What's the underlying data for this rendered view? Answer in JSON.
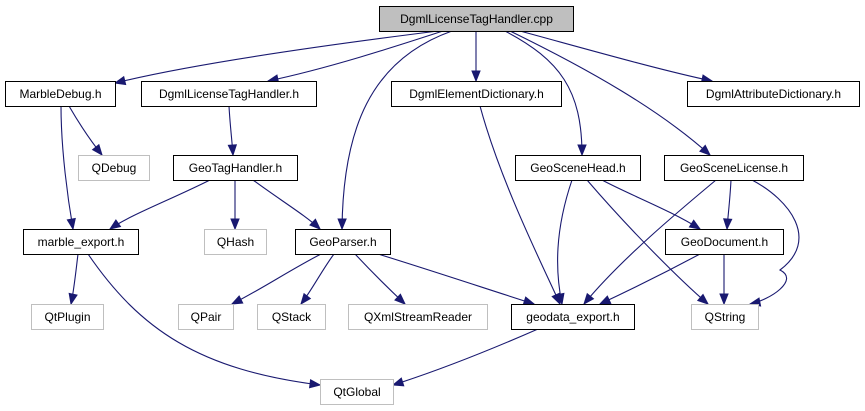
{
  "title": "DgmlLicenseTagHandler.cpp include dependency graph",
  "colors": {
    "edge": "#191970",
    "root_fill": "#bfbfbf",
    "root_border": "#000000",
    "local_border": "#000000",
    "external_border": "#bfbfbf",
    "node_fill": "#ffffff"
  },
  "nodes": [
    {
      "id": "root",
      "label": "DgmlLicenseTagHandler.cpp",
      "kind": "root"
    },
    {
      "id": "marbledebug",
      "label": "MarbleDebug.h",
      "kind": "local"
    },
    {
      "id": "dgmllicensetaghandler_h",
      "label": "DgmlLicenseTagHandler.h",
      "kind": "local"
    },
    {
      "id": "dgmlelementdictionary",
      "label": "DgmlElementDictionary.h",
      "kind": "local"
    },
    {
      "id": "dgmlattributedictionary",
      "label": "DgmlAttributeDictionary.h",
      "kind": "local"
    },
    {
      "id": "qdebug",
      "label": "QDebug",
      "kind": "external"
    },
    {
      "id": "geotaghandler",
      "label": "GeoTagHandler.h",
      "kind": "local"
    },
    {
      "id": "geoscenehead",
      "label": "GeoSceneHead.h",
      "kind": "local"
    },
    {
      "id": "geoscenelicense",
      "label": "GeoSceneLicense.h",
      "kind": "local"
    },
    {
      "id": "marble_export",
      "label": "marble_export.h",
      "kind": "local"
    },
    {
      "id": "qhash",
      "label": "QHash",
      "kind": "external"
    },
    {
      "id": "geoparser",
      "label": "GeoParser.h",
      "kind": "local"
    },
    {
      "id": "geodocument",
      "label": "GeoDocument.h",
      "kind": "local"
    },
    {
      "id": "qtplugin",
      "label": "QtPlugin",
      "kind": "external"
    },
    {
      "id": "qpair",
      "label": "QPair",
      "kind": "external"
    },
    {
      "id": "qstack",
      "label": "QStack",
      "kind": "external"
    },
    {
      "id": "qxmlstreamreader",
      "label": "QXmlStreamReader",
      "kind": "external"
    },
    {
      "id": "geodata_export",
      "label": "geodata_export.h",
      "kind": "local"
    },
    {
      "id": "qstring",
      "label": "QString",
      "kind": "external"
    },
    {
      "id": "qtglobal",
      "label": "QtGlobal",
      "kind": "external"
    }
  ],
  "edges": [
    {
      "from": "root",
      "to": "marbledebug"
    },
    {
      "from": "root",
      "to": "dgmllicensetaghandler_h"
    },
    {
      "from": "root",
      "to": "geoparser"
    },
    {
      "from": "root",
      "to": "dgmlelementdictionary"
    },
    {
      "from": "root",
      "to": "geoscenehead"
    },
    {
      "from": "root",
      "to": "geoscenelicense"
    },
    {
      "from": "root",
      "to": "dgmlattributedictionary"
    },
    {
      "from": "marbledebug",
      "to": "qdebug"
    },
    {
      "from": "marbledebug",
      "to": "marble_export"
    },
    {
      "from": "dgmllicensetaghandler_h",
      "to": "geotaghandler"
    },
    {
      "from": "dgmlelementdictionary",
      "to": "geodata_export"
    },
    {
      "from": "geotaghandler",
      "to": "marble_export"
    },
    {
      "from": "geotaghandler",
      "to": "qhash"
    },
    {
      "from": "geotaghandler",
      "to": "geoparser"
    },
    {
      "from": "geoscenehead",
      "to": "geodata_export"
    },
    {
      "from": "geoscenehead",
      "to": "geodocument"
    },
    {
      "from": "geoscenehead",
      "to": "qstring"
    },
    {
      "from": "geoscenelicense",
      "to": "geodata_export"
    },
    {
      "from": "geoscenelicense",
      "to": "geodocument"
    },
    {
      "from": "geoscenelicense",
      "to": "qstring"
    },
    {
      "from": "marble_export",
      "to": "qtplugin"
    },
    {
      "from": "marble_export",
      "to": "qtglobal"
    },
    {
      "from": "geoparser",
      "to": "qpair"
    },
    {
      "from": "geoparser",
      "to": "qstack"
    },
    {
      "from": "geoparser",
      "to": "qxmlstreamreader"
    },
    {
      "from": "geoparser",
      "to": "geodata_export"
    },
    {
      "from": "geodocument",
      "to": "geodata_export"
    },
    {
      "from": "geodocument",
      "to": "qstring"
    },
    {
      "from": "geodata_export",
      "to": "qtglobal"
    }
  ]
}
